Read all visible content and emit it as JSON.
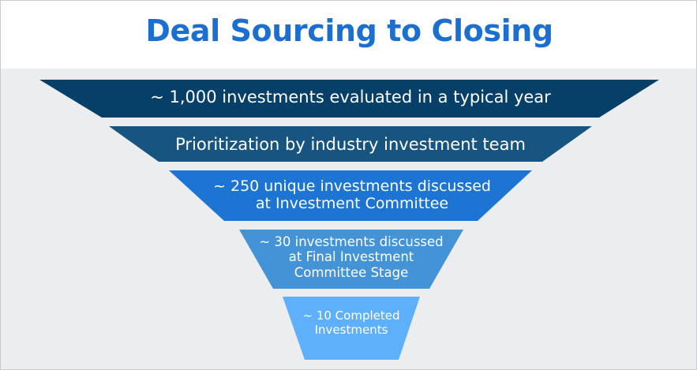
{
  "header": {
    "title": "Deal Sourcing to Closing"
  },
  "colors": {
    "title": "#1b6fd0",
    "background": "#ebedee",
    "header_background": "#ffffff",
    "border": "#c9cccf",
    "label_text": "#ffffff"
  },
  "chart_data": {
    "type": "funnel",
    "title": "Deal Sourcing to Closing",
    "xlabel": "",
    "ylabel": "",
    "legend": "none",
    "grid": false,
    "categories": [
      "Investments evaluated",
      "Prioritization",
      "Discussed at Investment Committee",
      "Final Investment Committee Stage",
      "Completed Investments"
    ],
    "values": [
      1000,
      null,
      250,
      30,
      10
    ],
    "stages": [
      {
        "label": "~ 1,000 investments evaluated in a typical year",
        "value": 1000,
        "color": "#063f67",
        "top_width": 785,
        "bottom_width": 630
      },
      {
        "label": "Prioritization by industry investment team",
        "value": null,
        "color": "#175580",
        "top_width": 612,
        "bottom_width": 486
      },
      {
        "label": "~ 250 unique investments discussed\nat Investment Committee",
        "value": 250,
        "color": "#1d74d3",
        "top_width": 460,
        "bottom_width": 321
      },
      {
        "label": "~ 30 investments discussed\nat Final Investment\nCommittee Stage",
        "value": 30,
        "color": "#4493d6",
        "top_width": 284,
        "bottom_width": 198
      },
      {
        "label": "~ 10 Completed\nInvestments",
        "value": 10,
        "color": "#5fb0fb",
        "top_width": 174,
        "bottom_width": 119
      }
    ]
  }
}
